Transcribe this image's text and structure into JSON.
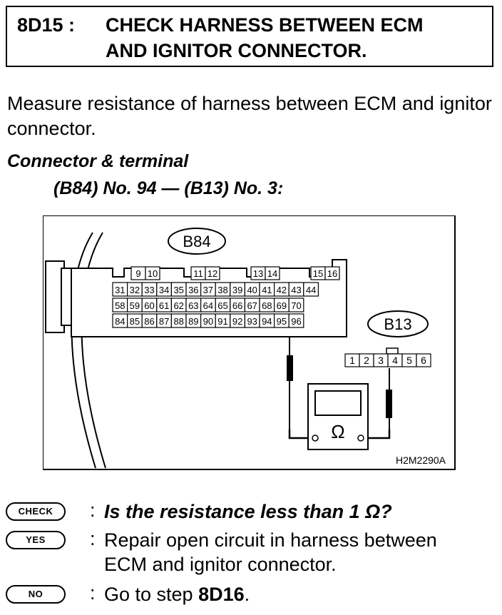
{
  "header": {
    "code": "8D15 :",
    "title_line1": "CHECK HARNESS BETWEEN ECM",
    "title_line2": "AND IGNITOR CONNECTOR."
  },
  "intro": "Measure resistance of harness between ECM and ignitor connector.",
  "connector_heading": "Connector & terminal",
  "connector_spec": "(B84) No. 94 — (B13) No. 3:",
  "diagram": {
    "ecm_connector_label": "B84",
    "ignitor_connector_label": "B13",
    "ecm_row1": [
      "9",
      "10",
      "11",
      "12",
      "13",
      "14",
      "15",
      "16"
    ],
    "ecm_row2": [
      "31",
      "32",
      "33",
      "34",
      "35",
      "36",
      "37",
      "38",
      "39",
      "40",
      "41",
      "42",
      "43",
      "44"
    ],
    "ecm_row3": [
      "58",
      "59",
      "60",
      "61",
      "62",
      "63",
      "64",
      "65",
      "66",
      "67",
      "68",
      "69",
      "70"
    ],
    "ecm_row4": [
      "84",
      "85",
      "86",
      "87",
      "88",
      "89",
      "90",
      "91",
      "92",
      "93",
      "94",
      "95",
      "96"
    ],
    "ignitor_pins": [
      "1",
      "2",
      "3",
      "4",
      "5",
      "6"
    ],
    "ohm_symbol": "Ω",
    "figure_id": "H2M2290A"
  },
  "check": {
    "badge": "CHECK",
    "colon": ":",
    "question": "Is the resistance less than 1 Ω?"
  },
  "yes": {
    "badge": "YES",
    "colon": ":",
    "answer_line1": "Repair open circuit in harness between",
    "answer_line2": "ECM and ignitor connector."
  },
  "no": {
    "badge": "NO",
    "colon": ":",
    "prefix": "Go to step ",
    "step": "8D16",
    "suffix": "."
  }
}
